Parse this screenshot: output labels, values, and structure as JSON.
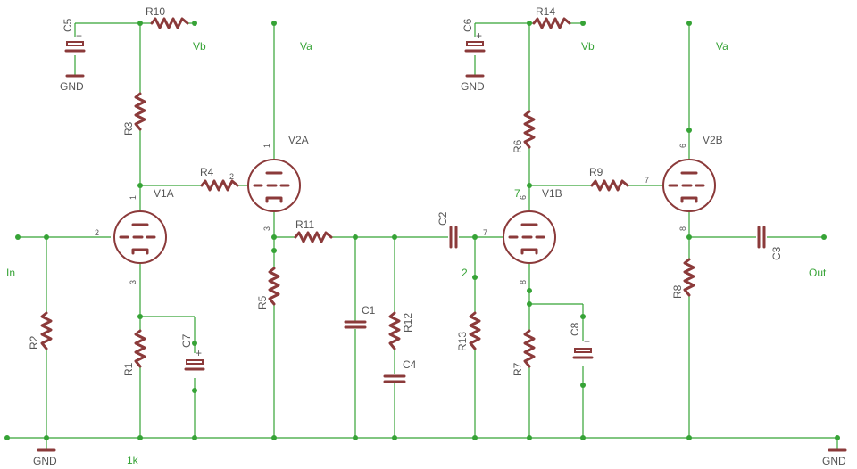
{
  "schematic": {
    "nets": {
      "vb1": "Vb",
      "va1": "Va",
      "vb2": "Vb",
      "va2": "Va",
      "gnd1": "GND",
      "gnd2": "GND",
      "gnd3": "GND",
      "in": "In",
      "out": "Out",
      "k1": "1k",
      "n2": "2",
      "n7": "7"
    },
    "parts": {
      "R1": "R1",
      "R2": "R2",
      "R3": "R3",
      "R4": "R4",
      "R5": "R5",
      "R6": "R6",
      "R7": "R7",
      "R8": "R8",
      "R9": "R9",
      "R10": "R10",
      "R11": "R11",
      "R12": "R12",
      "R13": "R13",
      "R14": "R14",
      "C1": "C1",
      "C2": "C2",
      "C3": "C3",
      "C4": "C4",
      "C5": "C5",
      "C6": "C6",
      "C7": "C7",
      "C8": "C8",
      "V1A": "V1A",
      "V1B": "V1B",
      "V2A": "V2A",
      "V2B": "V2B"
    },
    "pins": {
      "v1a_grid": "2",
      "v1a_plate": "1",
      "v1a_cath": "3",
      "v2a_grid": "2",
      "v2a_plate": "1",
      "v2a_cath": "3",
      "v1b_grid": "7",
      "v1b_plate": "6",
      "v1b_cath": "8",
      "v2b_grid": "7",
      "v2b_plate": "6",
      "v2b_cath": "8"
    },
    "polarity": "+"
  }
}
